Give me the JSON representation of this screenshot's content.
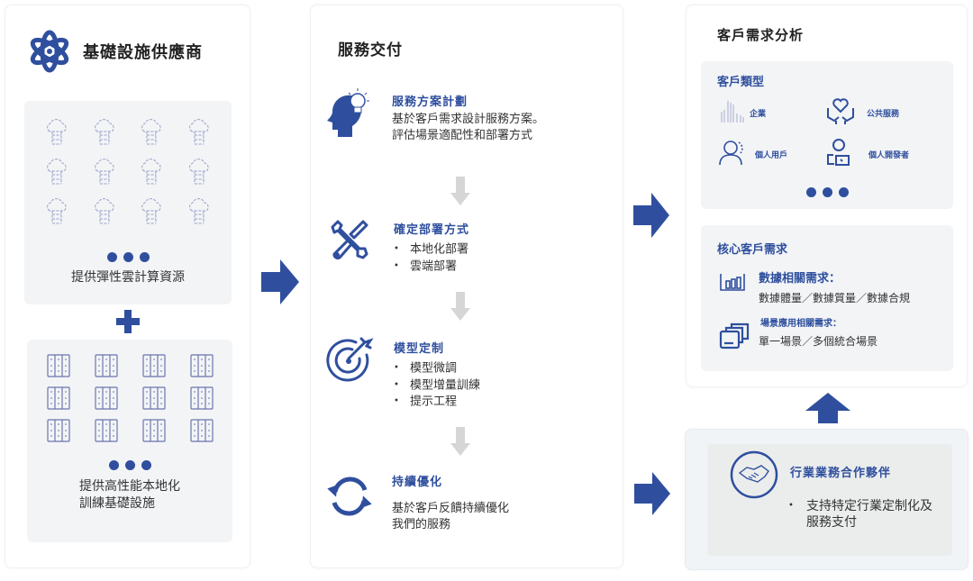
{
  "colors": {
    "accent": "#2f4f9e",
    "panel_bg": "#ffffff",
    "subbox_bg": "#f2f4f6",
    "arrow_gray": "#d3d3d3",
    "icon_light": "#7b84b8"
  },
  "left": {
    "title": "基礎設施供應商",
    "logo_icon": "atom-logo-icon",
    "cloud_box": {
      "icon": "cloud-server-icon",
      "count": 12,
      "caption": "提供彈性雲計算資源"
    },
    "plus_icon": "plus-icon",
    "local_box": {
      "icon": "server-rack-icon",
      "count": 12,
      "caption_line1": "提供高性能本地化",
      "caption_line2": "訓練基礎設施"
    }
  },
  "middle": {
    "title": "服務交付",
    "steps": [
      {
        "icon": "head-lightbulb-icon",
        "title": "服務方案計劃",
        "text_line1": "基於客戶需求設計服務方案。",
        "text_line2": "評估場景適配性和部署方式"
      },
      {
        "icon": "wrench-screwdriver-icon",
        "title": "確定部署方式",
        "bullets": [
          "本地化部署",
          "雲端部署"
        ]
      },
      {
        "icon": "target-arrow-icon",
        "title": "模型定制",
        "bullets": [
          "模型微調",
          "模型增量訓練",
          "提示工程"
        ]
      },
      {
        "icon": "refresh-cycle-icon",
        "title": "持續優化",
        "text_line1": "基於客戶反饋持續優化",
        "text_line2": "我們的服務"
      }
    ]
  },
  "right": {
    "title": "客戶需求分析",
    "customer_types": {
      "title": "客戶類型",
      "items": [
        {
          "icon": "building-icon",
          "label": "企業"
        },
        {
          "icon": "heart-hands-icon",
          "label": "公共服務"
        },
        {
          "icon": "user-icon",
          "label": "個人用戶"
        },
        {
          "icon": "developer-icon",
          "label": "個人開發者"
        }
      ]
    },
    "core_needs": {
      "title": "核心客戶需求",
      "items": [
        {
          "icon": "bar-chart-icon",
          "title": "數據相關需求：",
          "text": "數據體量／數據質量／數據合規"
        },
        {
          "icon": "stacked-windows-icon",
          "title": "場景應用相關需求：",
          "text": "單一場景／多個統合場景"
        }
      ]
    },
    "partner": {
      "icon": "handshake-icon",
      "title": "行業業務合作夥伴",
      "bullet_line1": "支持特定行業定制化及",
      "bullet_line2": "服務支付"
    }
  }
}
